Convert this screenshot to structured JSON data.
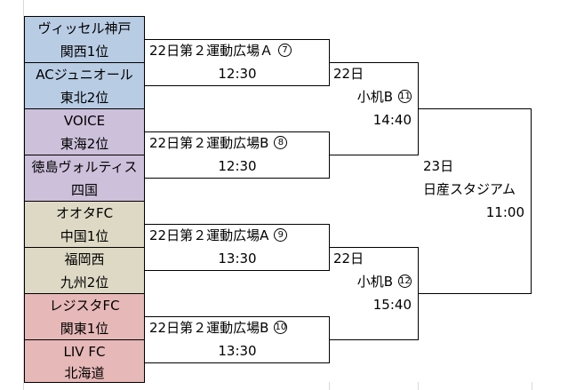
{
  "teams": [
    {
      "name": "ヴィッセル神戸",
      "color": "#b8cce4"
    },
    {
      "name": "関西1位",
      "color": "#b8cce4"
    },
    {
      "name": "ACジュニオール",
      "color": "#b8cce4"
    },
    {
      "name": "東北2位",
      "color": "#b8cce4"
    },
    {
      "name": "VOICE",
      "color": "#ccc0da"
    },
    {
      "name": "東海2位",
      "color": "#ccc0da"
    },
    {
      "name": "徳島ヴォルティス",
      "color": "#ccc0da"
    },
    {
      "name": "四国",
      "color": "#ccc0da"
    },
    {
      "name": "オオタFC",
      "color": "#ddd9c4"
    },
    {
      "name": "中国1位",
      "color": "#ddd9c4"
    },
    {
      "name": "福岡西",
      "color": "#ddd9c4"
    },
    {
      "name": "九州2位",
      "color": "#ddd9c4"
    },
    {
      "name": "レジスタFC",
      "color": "#e6b8b7"
    },
    {
      "name": "関東1位",
      "color": "#e6b8b7"
    },
    {
      "name": "LIV FC",
      "color": "#e6b8b7"
    },
    {
      "name": "北海道",
      "color": "#e6b8b7"
    }
  ],
  "round1": [
    {
      "venue": "22日第２運動広場Ａ",
      "match_no": "7",
      "time": "12:30"
    },
    {
      "venue": "22日第２運動広場B",
      "match_no": "8",
      "time": "12:30"
    },
    {
      "venue": "22日第２運動広場A",
      "match_no": "9",
      "time": "13:30"
    },
    {
      "venue": "22日第２運動広場B",
      "match_no": "10",
      "time": "13:30"
    }
  ],
  "round2": [
    {
      "day": "22日",
      "venue": "小机B",
      "match_no": "11",
      "time": "14:40"
    },
    {
      "day": "22日",
      "venue": "小机B",
      "match_no": "12",
      "time": "15:40"
    }
  ],
  "final": {
    "day": "23日",
    "venue": "日産スタジアム",
    "time": "11:00"
  }
}
